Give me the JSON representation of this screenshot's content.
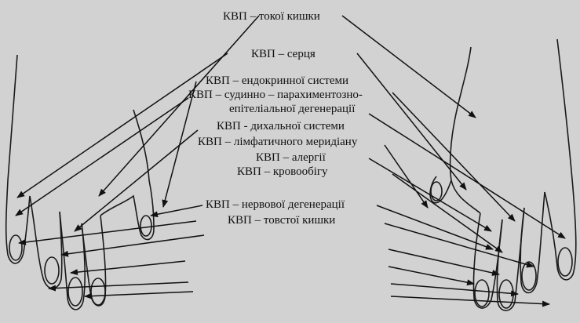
{
  "figure": {
    "labels": [
      {
        "id": "tokoi",
        "text": "КВП – токої кишки"
      },
      {
        "id": "sertsia",
        "text": "КВП – серця"
      },
      {
        "id": "endokrynnoi",
        "text": "КВП – ендокринної системи"
      },
      {
        "id": "sudynno_1",
        "text": "КВП – судинно – парахиментозно-"
      },
      {
        "id": "sudynno_2",
        "text": "епітеліальної дегенерації"
      },
      {
        "id": "dykhalnoi",
        "text": "КВП - дихальної системи"
      },
      {
        "id": "limfatychnoho",
        "text": "КВП – лімфатичного меридіану"
      },
      {
        "id": "alerhii",
        "text": "КВП – алергії"
      },
      {
        "id": "krovoobihu",
        "text": "КВП – кровообігу"
      },
      {
        "id": "nervovoi",
        "text": "КВП – нервової дегенерації"
      },
      {
        "id": "tovstoi",
        "text": "КВП – товстої кишки"
      }
    ]
  }
}
